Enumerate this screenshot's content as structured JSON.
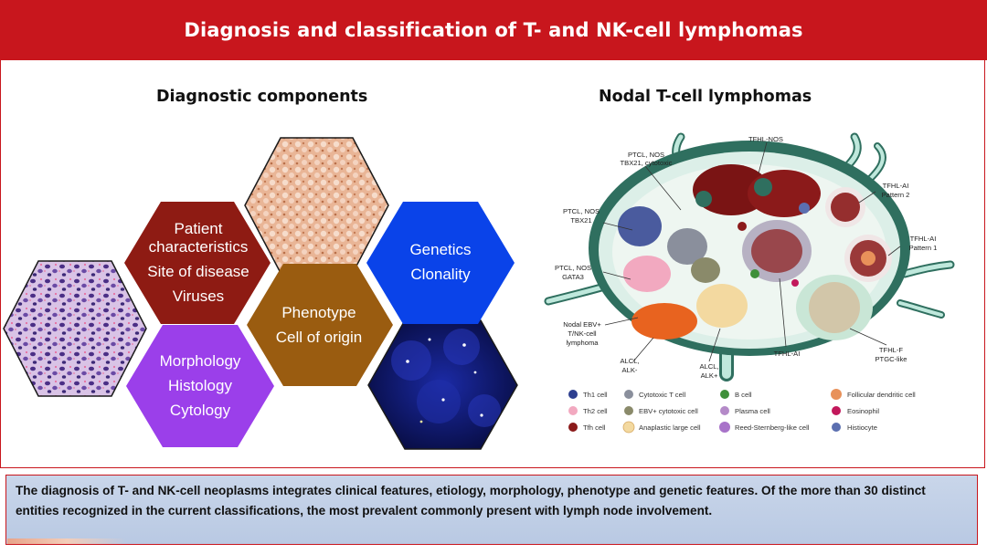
{
  "title": "Diagnosis and classification of T- and NK-cell lymphomas",
  "left_panel": {
    "heading": "Diagnostic components",
    "hexagons": {
      "patient": [
        "Patient",
        "characteristics",
        "Site of disease",
        "Viruses"
      ],
      "genetics": [
        "Genetics",
        "Clonality"
      ],
      "phenotype": [
        "Phenotype",
        "Cell of origin"
      ],
      "morphology": [
        "Morphology",
        "Histology",
        "Cytology"
      ]
    },
    "colors": {
      "patient": "#8e1b13",
      "genetics": "#0a43e9",
      "phenotype": "#9a5c10",
      "morphology": "#9b3fea",
      "title_bar": "#c8161d"
    }
  },
  "right_panel": {
    "heading": "Nodal T-cell lymphomas",
    "labels": {
      "tfhl_nos": "TFHL-NOS",
      "ptcl_cytotoxic_1": "PTCL, NOS",
      "ptcl_cytotoxic_2": "TBX21, cytotoxic",
      "ptcl_tbx21_1": "PTCL, NOS",
      "ptcl_tbx21_2": "TBX21",
      "ptcl_gata3_1": "PTCL, NOS",
      "ptcl_gata3_2": "GATA3",
      "ebv_1": "Nodal EBV+",
      "ebv_2": "T/NK-cell",
      "ebv_3": "lymphoma",
      "alcl_left_1": "ALCL,",
      "alcl_left_2": "ALK-",
      "alcl_mid_1": "ALCL,",
      "alcl_mid_2": "ALK+",
      "tfhl_ai": "TFHL-AI",
      "tfhl_f_1": "TFHL-F",
      "tfhl_f_2": "PTGC-like",
      "tfhl_ai_p2_1": "TFHL-AI",
      "tfhl_ai_p2_2": "Pattern 2",
      "tfhl_ai_p1_1": "TFHL-AI",
      "tfhl_ai_p1_2": "Pattern 1"
    },
    "legend": [
      {
        "label": "Th1 cell",
        "color": "#2d3f8f"
      },
      {
        "label": "Cytotoxic T cell",
        "color": "#8a8f9c"
      },
      {
        "label": "B cell",
        "color": "#3f8f3a"
      },
      {
        "label": "Follicular dendritic cell",
        "color": "#e8915a"
      },
      {
        "label": "Th2 cell",
        "color": "#f2a9c0"
      },
      {
        "label": "EBV+ cytotoxic cell",
        "color": "#8a8a6a"
      },
      {
        "label": "Plasma cell",
        "color": "#b48ac8"
      },
      {
        "label": "Eosinophil",
        "color": "#c2185b"
      },
      {
        "label": "Tfh cell",
        "color": "#8b1a1a"
      },
      {
        "label": "Anaplastic large cell",
        "color": "#f3d9a0"
      },
      {
        "label": "Reed-Sternberg-like cell",
        "color": "#a873c9"
      },
      {
        "label": "Histiocyte",
        "color": "#5b6fb0"
      }
    ]
  },
  "caption": "The diagnosis of T- and NK-cell neoplasms integrates clinical features, etiology, morphology, phenotype and genetic features. Of the more than 30 distinct entities recognized in the current classifications, the most prevalent commonly present with lymph node involvement."
}
